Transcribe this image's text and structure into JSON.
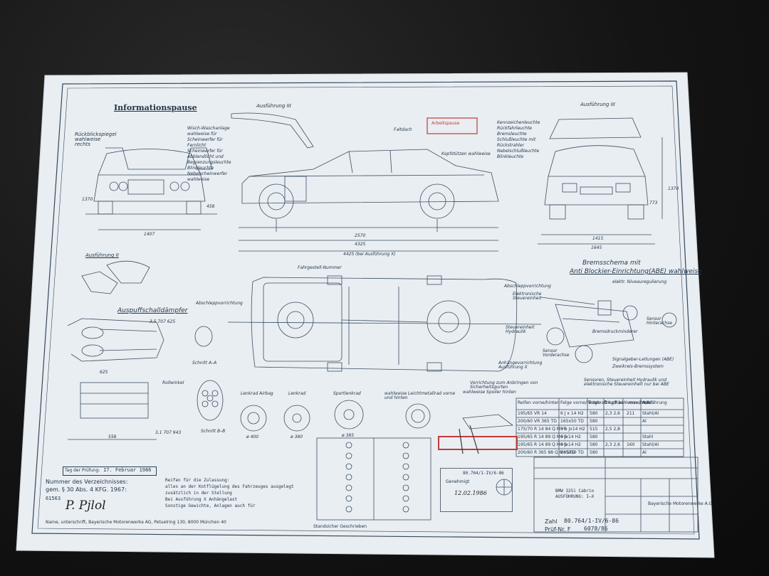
{
  "document": {
    "header_stamp": "Informationspause",
    "front_callout": "Rückblickspiegel wahlweise rechts",
    "lamp_notes": [
      "Wisch-Waschanlage",
      "wahlweise für",
      "Scheinwerfer für",
      "Fernlicht",
      "Scheinwerfer für",
      "Abblendlicht und",
      "Begrenzungsleuchte",
      "Blinkleuchte",
      "Nebelscheinwerfer",
      "wahlweise"
    ],
    "roof_label_left": "Ausführung III",
    "roof_label_right": "Ausführung III",
    "softtop_label": "Faltdach",
    "headrest_label": "Kopfstützen wahlweise",
    "rear_lamp_notes": [
      "Kennzeichenleuchte",
      "Rückfahrleuchte",
      "Bremsleuchte",
      "Schlußleuchte mit",
      "Rückstrahler",
      "Nebelschlußleuchte",
      "Blinkleuchte"
    ],
    "dims": {
      "front_height_a": "1370",
      "front_height_b": "458",
      "front_track": "1407",
      "wheelbase": "2570",
      "length": "4325",
      "length_variant": "4425 (bei Ausführung X)",
      "rear_track": "1415",
      "width": "1645",
      "rear_height": "1370",
      "rear_height_b": "773"
    },
    "chassis_label": "Fahrgestell-Nummer",
    "ausfuehrung2": "Ausführung II",
    "exhaust_title": "Auspuffschalldämpfer",
    "exhaust_part_a": "3,5 707 625",
    "exhaust_part_b": "3,1 707 943",
    "exhaust_dim": "625",
    "exhaust_dim2": "558",
    "tow_title": "Abschleppvorrichtung",
    "section_a": "Schnitt A–A",
    "section_b": "Schnitt B–B",
    "rollwinkel": "Rollwinkel",
    "steering_airbag": "Lenkrad Airbag",
    "steering": "Lenkrad",
    "sport_wheel": "Sportlenkrad",
    "alloy_note": "wahlweise Leichtmetallrad vorne und hinten",
    "spoiler_note": "wahlweise Spoiler hinten",
    "diam_400": "ø 400",
    "diam_380": "ø 380",
    "diam_385": "ø 385",
    "seatbelt_note": "Vorrichtung zum Anbringen von Sicherheitsgurten",
    "brake_title_1": "Bremsschema mit",
    "brake_title_2": "Anti Blockier-Einrichtung(ABE) wahlweise",
    "brake_labels": [
      "Abschleppvorrichtung",
      "elektr. Niveauregulierung",
      "Elektronische Steuereinheit",
      "Steuereinheit Hydraulik",
      "Bremsdruckminderer",
      "Sensor Vorderachse",
      "Sensor Hinterachse",
      "Anhängevorrichtung Ausführung X",
      "Signalgeber-Leitungen (ABE)",
      "Zweikreis-Bremssystem"
    ],
    "sensor_note": "Sensoren, Steuereinheit Hydraulik und elektronische Steuereinheit nur bei ABE",
    "tire_headers": [
      "Reifen vorne/hinten",
      "Felge vorne/hinten",
      "Tragkraft kg/Rad",
      "Druck bar vorne/hinten",
      "V max km/h",
      "Ausführung"
    ],
    "tire_rows": [
      [
        "195/65 VR 14",
        "6 J x 14 H2",
        "580",
        "2,3  2,6",
        "211",
        "Stahl/Al"
      ],
      [
        "200/60 VR 365 TD",
        "165x50 TD",
        "580",
        "",
        "",
        "Al"
      ],
      [
        "175/70 R 14 84 Q M+S",
        "5½ Jx14 H2",
        "515",
        "2,5  2,8",
        "",
        ""
      ],
      [
        "195/65 R 14 89 Q M+S",
        "6 Jx14 H2",
        "580",
        "",
        "",
        "Stahl"
      ],
      [
        "195/65 R 14 89 Q M+S",
        "6 Jx14 H2",
        "580",
        "2,3  2,6",
        "160",
        "Stahl/Al"
      ],
      [
        "200/60 R 365 88 Q M+STD",
        "165x50 TD",
        "580",
        "",
        "",
        "Al"
      ]
    ],
    "exam_date_label": "Tag der Prüfung:",
    "exam_date": "17. Februar 1986",
    "index_title_1": "Nummer des Verzeichnisses:",
    "index_title_2": "gem. § 30 Abs. 4 KFG. 1967:",
    "index_number": "61563",
    "footer_address": "Name, unterschrift, Bayerische Motorenwerke AG, Petuelring 130, 8000 München 40",
    "legend_note": "Standsicher Geschrieben",
    "notes_block": [
      "Reifen für die Zulassung:",
      "alles an der Kotflügelung des Fahrzeuges ausgelegt",
      "zusätzlich in der Stellung",
      "Bei Ausführung X Anhängelast",
      "Sonstige Gewichte, Anlagen auch für"
    ],
    "title_block_model": "BMW 325i Cabrio",
    "title_block_sub": "AUSFÜHRUNG: I–X",
    "title_block_zahl_label": "Zahl",
    "title_block_zahl": "80.764/1-IV/6-86",
    "title_block_pruef_label": "Prüf-Nr. F",
    "title_block_pruef": "6078/86",
    "gen_stamp_line1": "80.764/1-IV/6-86",
    "gen_stamp_line2": "Genehmigt",
    "gen_stamp_date": "12.02.1986",
    "company": "Bayerische Motorenwerke A.G.",
    "red_stamp": "Arbeitspause",
    "signature": "P. Pjlol"
  }
}
